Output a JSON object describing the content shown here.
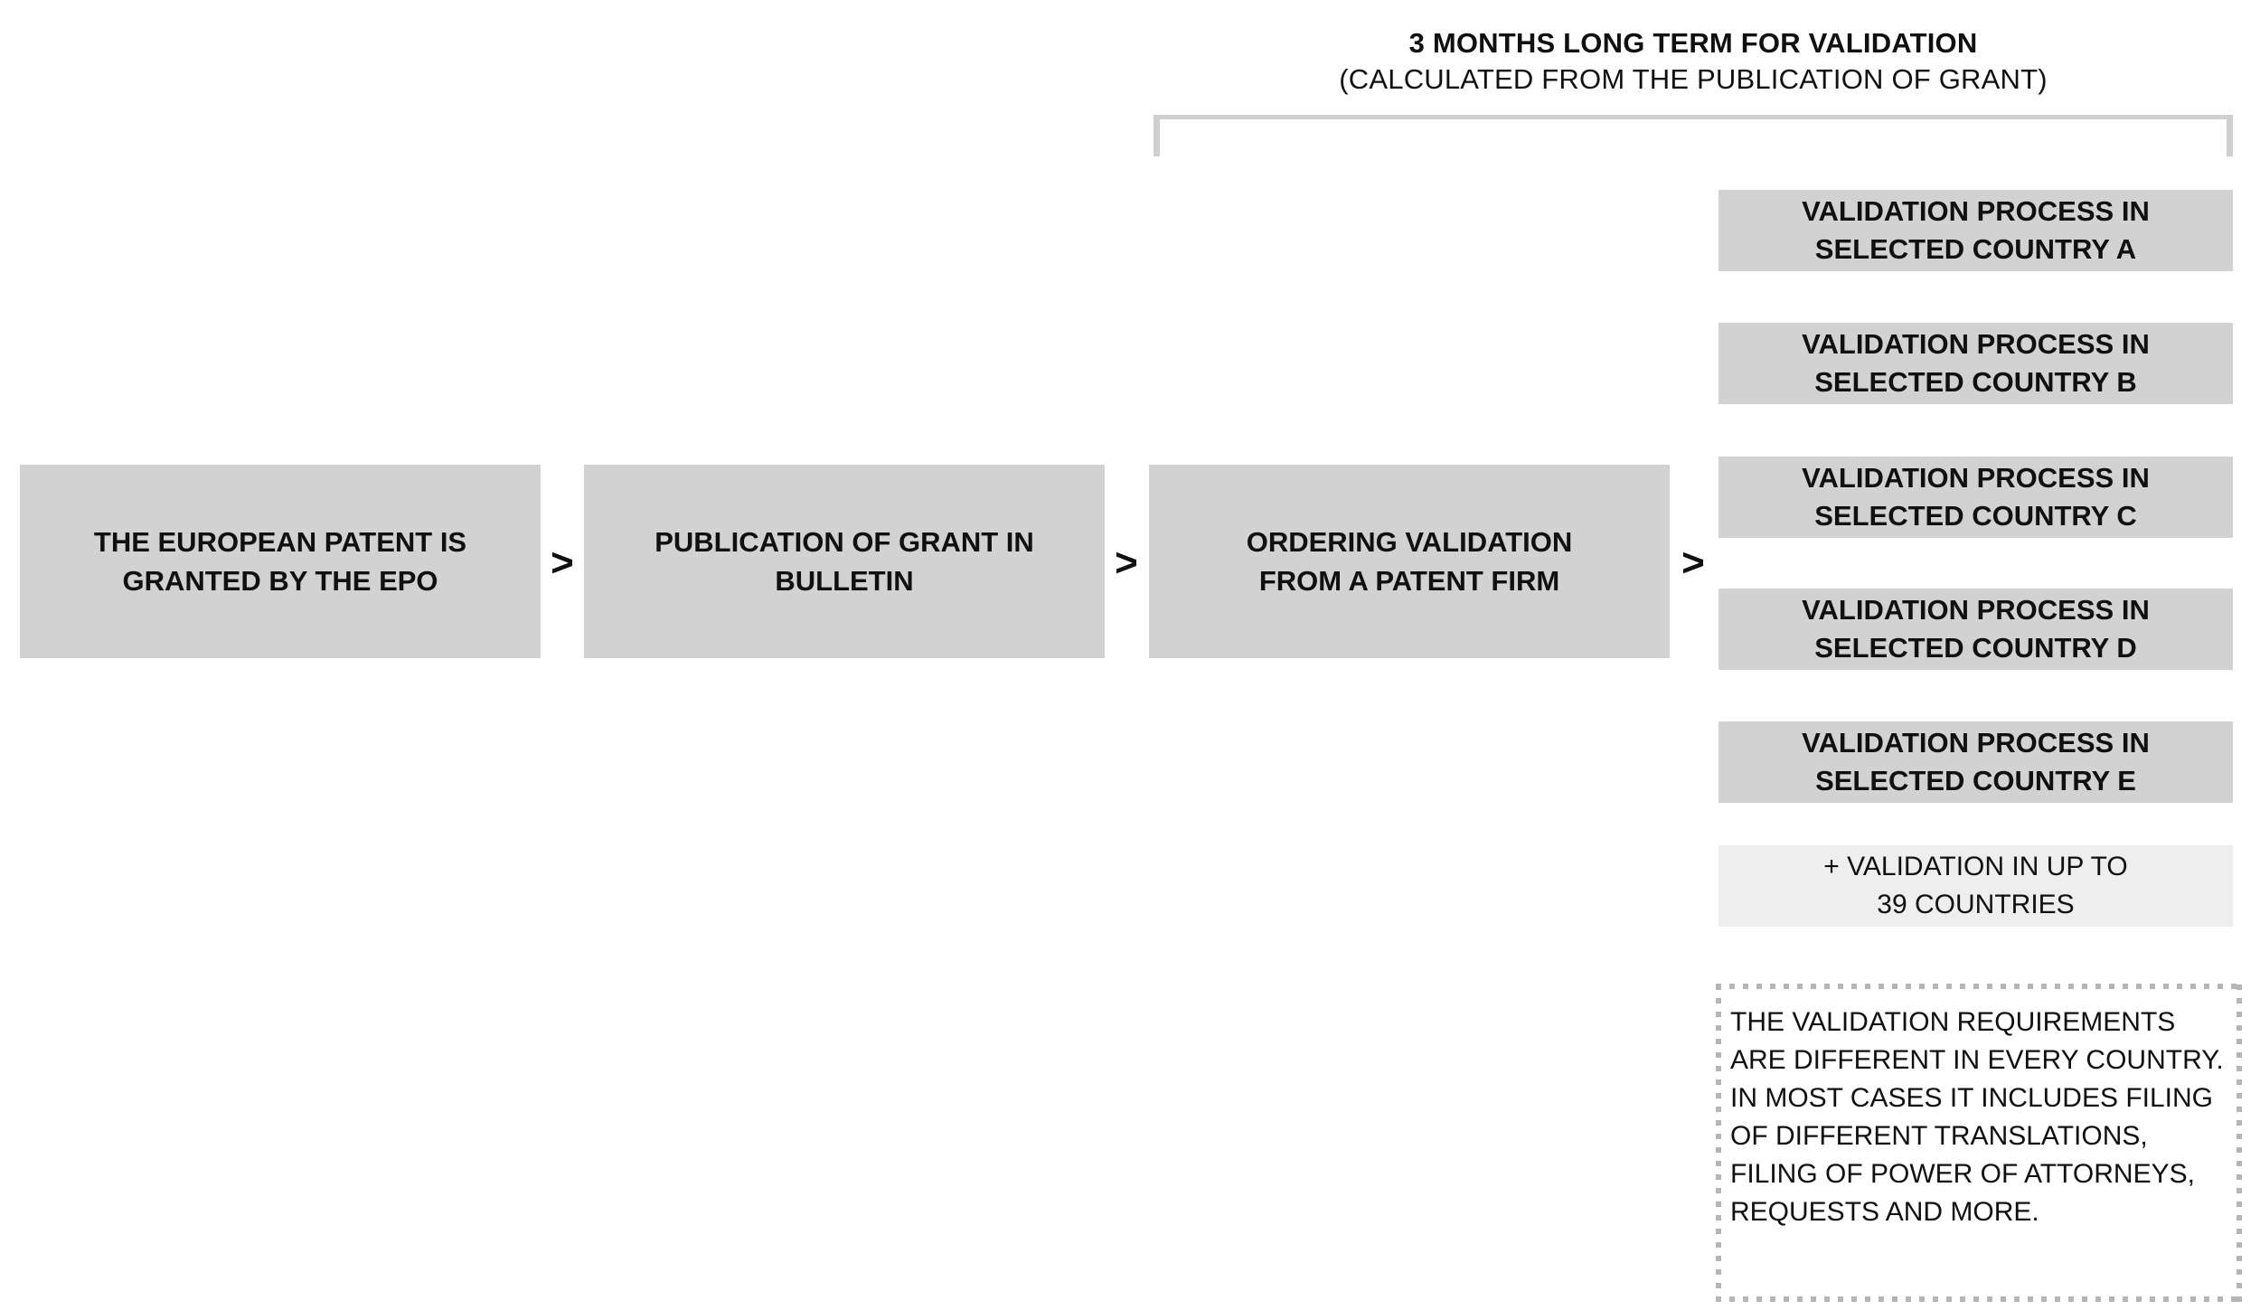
{
  "title": {
    "line1": "3 MONTHS LONG TERM FOR VALIDATION",
    "line2": "(CALCULATED FROM THE PUBLICATION OF GRANT)"
  },
  "arrow_glyph": ">",
  "flow_steps": [
    {
      "lines": [
        "THE EUROPEAN PATENT IS",
        "GRANTED BY THE EPO"
      ]
    },
    {
      "lines": [
        "PUBLICATION OF GRANT IN",
        "BULLETIN"
      ]
    },
    {
      "lines": [
        "ORDERING VALIDATION",
        "FROM A PATENT FIRM"
      ]
    }
  ],
  "validation_boxes": [
    {
      "lines": [
        "VALIDATION PROCESS IN",
        "SELECTED COUNTRY A"
      ]
    },
    {
      "lines": [
        "VALIDATION PROCESS IN",
        "SELECTED COUNTRY B"
      ]
    },
    {
      "lines": [
        "VALIDATION PROCESS IN",
        "SELECTED COUNTRY C"
      ]
    },
    {
      "lines": [
        "VALIDATION PROCESS IN",
        "SELECTED COUNTRY D"
      ]
    },
    {
      "lines": [
        "VALIDATION PROCESS IN",
        "SELECTED COUNTRY E"
      ]
    }
  ],
  "extra_box": {
    "lines": [
      "+ VALIDATION IN UP TO",
      "39 COUNTRIES"
    ]
  },
  "note": {
    "text": "THE VALIDATION REQUIREMENTS ARE DIFFERENT IN EVERY COUNTRY. IN MOST CASES IT INCLUDES FILING OF DIFFERENT TRANSLATIONS, FILING OF POWER OF ATTORNEYS, REQUESTS AND MORE."
  },
  "colors": {
    "box_fill": "#d2d2d2",
    "extra_box_fill": "#eeeeee",
    "bracket": "#cfcfcf",
    "note_border": "#b5b5b5",
    "text": "#101010"
  }
}
